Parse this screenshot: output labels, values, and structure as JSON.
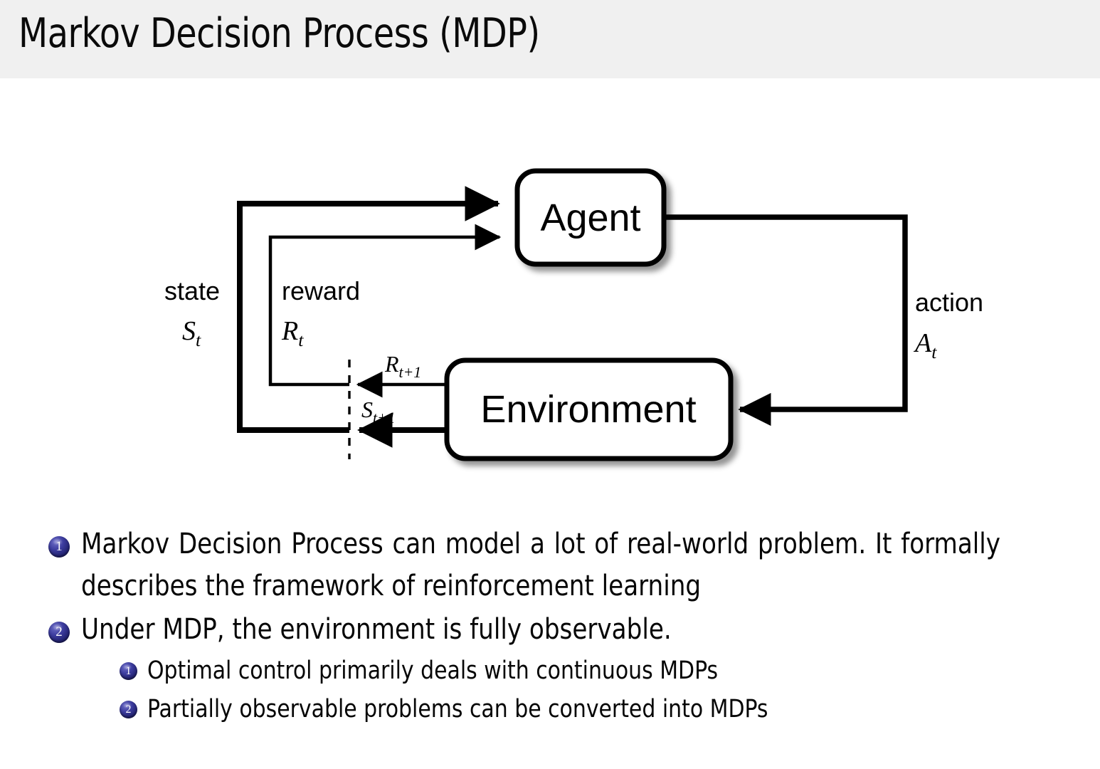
{
  "header": {
    "title": "Markov Decision Process (MDP)",
    "band_color": "#f0f0f0"
  },
  "diagram": {
    "name": "agent-environment-interaction-loop",
    "nodes": {
      "agent": "Agent",
      "environment": "Environment"
    },
    "edge_labels": {
      "state": "state",
      "state_symbol": "S",
      "state_subscript": "t",
      "reward": "reward",
      "reward_symbol": "R",
      "reward_subscript": "t",
      "action": "action",
      "action_symbol": "A",
      "action_subscript": "t",
      "next_reward_symbol": "R",
      "next_reward_subscript": "t+1",
      "next_state_symbol": "S",
      "next_state_subscript": "t+1"
    }
  },
  "bullets": [
    {
      "number": "1",
      "level": 1,
      "text": "Markov Decision Process can model a lot of real-world problem. It formally describes the framework of reinforcement learning"
    },
    {
      "number": "2",
      "level": 1,
      "text": "Under MDP, the environment is fully observable."
    },
    {
      "number": "1",
      "level": 2,
      "text": "Optimal control primarily deals with continuous MDPs"
    },
    {
      "number": "2",
      "level": 2,
      "text": "Partially observable problems can be converted into MDPs"
    }
  ],
  "colors": {
    "bullet_marker": "#2a2a8c",
    "text": "#060606",
    "diagram_stroke": "#000000"
  }
}
